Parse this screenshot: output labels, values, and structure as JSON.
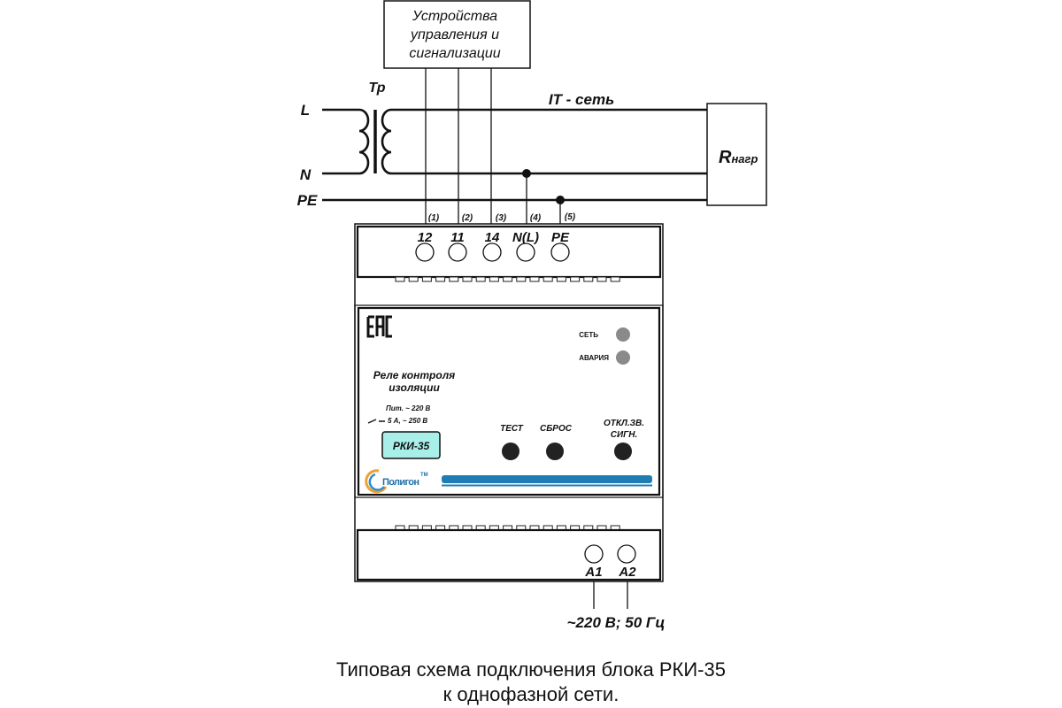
{
  "control_box": {
    "lines": [
      "Устройства",
      "управления и",
      "сигнализации"
    ]
  },
  "transformer": {
    "label": "Тр"
  },
  "lines": {
    "L": "L",
    "N": "N",
    "PE": "PE"
  },
  "network_label": "IT - сеть",
  "load": {
    "label_main": "R",
    "label_sub": "нагр"
  },
  "wire_numbers": [
    "(1)",
    "(2)",
    "(3)",
    "(4)",
    "(5)"
  ],
  "top_terminals": [
    "12",
    "11",
    "14",
    "N(L)",
    "PE"
  ],
  "bottom_terminals": [
    "A1",
    "A2"
  ],
  "device": {
    "cert_mark": "EAC",
    "title_lines": [
      "Реле контроля",
      "изоляции"
    ],
    "supply_text": "Пит.  ~  220 В",
    "contact_text": "5 А, ~ 250 В",
    "model": "РКИ-35",
    "brand": "Полигон",
    "brand_tm": "ТМ",
    "indicators": [
      {
        "label": "СЕТЬ",
        "color": "#8a8a8a"
      },
      {
        "label": "АВАРИЯ",
        "color": "#8a8a8a"
      }
    ],
    "buttons": [
      {
        "label_lines": [
          "ТЕСТ"
        ]
      },
      {
        "label_lines": [
          "СБРОС"
        ]
      },
      {
        "label_lines": [
          "ОТКЛ.ЗВ.",
          "СИГН."
        ]
      }
    ],
    "model_fill": "#a9efe9",
    "brand_bar_color": "#1f7db3"
  },
  "supply_label": "~220 В; 50 Гц",
  "caption": [
    "Типовая схема подключения блока РКИ-35",
    "к однофазной сети."
  ]
}
